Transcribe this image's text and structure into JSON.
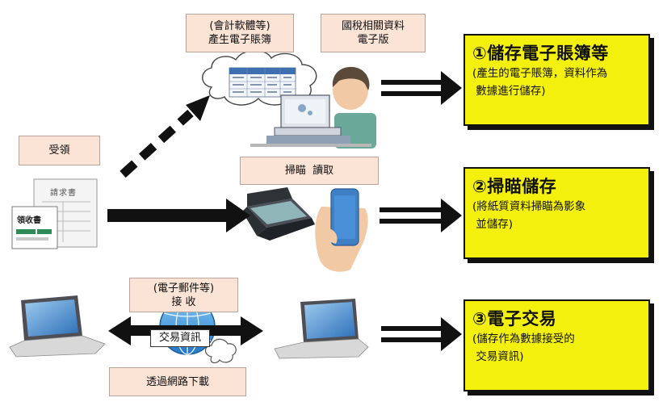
{
  "labels": {
    "accounting": [
      "(會計軟體等)",
      "產生電子賬簿"
    ],
    "tax_electronic": [
      "國稅相關資料",
      "電子版"
    ],
    "receive": "受領",
    "scan_read": "掃瞄  讀取",
    "email_receive": [
      "(電子郵件等)",
      "接 收"
    ],
    "download": "透過網路下載",
    "transaction_info": "交易資訊"
  },
  "doc": {
    "invoice_title": "請求書",
    "receipt_title": "領收書"
  },
  "boxes": [
    {
      "title": "①儲存電子賬簿等",
      "desc": [
        "(產生的電子賬簿，資料作為",
        " 數據進行儲存)"
      ]
    },
    {
      "title": "②掃瞄儲存",
      "desc": [
        "(將紙質資料掃瞄為影象",
        " 並儲存)"
      ]
    },
    {
      "title": "③電子交易",
      "desc": [
        "(儲存作為數據接受的",
        " 交易資訊)"
      ]
    }
  ],
  "colors": {
    "box_fill": "#f4f00e",
    "label_fill": "#fbe3d6",
    "arrow": "#111111"
  }
}
